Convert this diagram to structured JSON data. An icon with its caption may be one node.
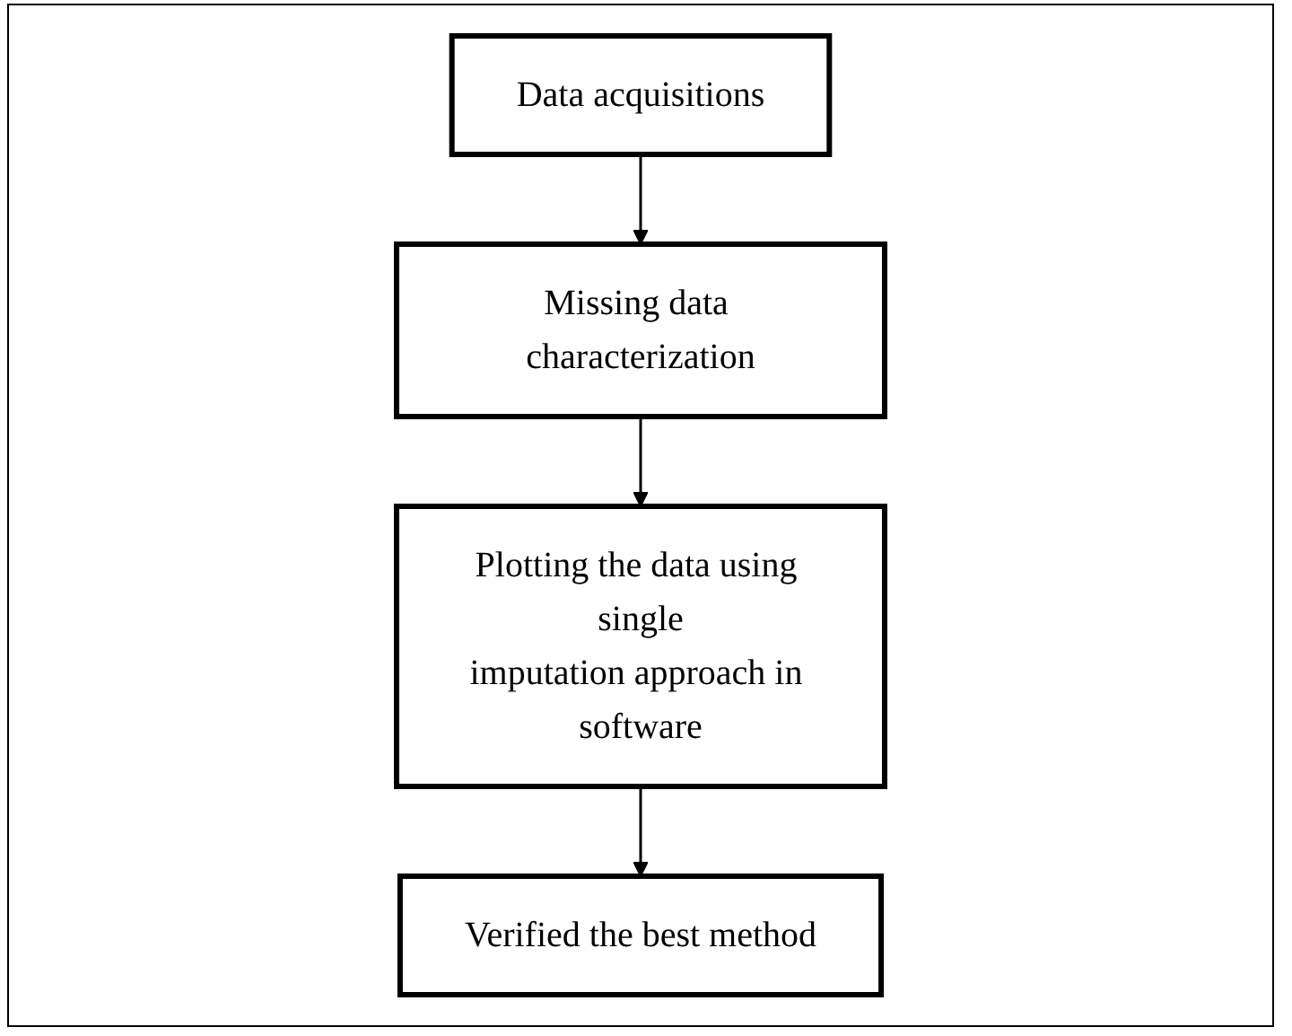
{
  "diagram": {
    "nodes": [
      {
        "text": [
          "Data acquisitions"
        ]
      },
      {
        "text": [
          "Missing data characterization"
        ]
      },
      {
        "text": [
          "Plotting the data using single imputation approach in software"
        ]
      },
      {
        "text": [
          "Verified the best method"
        ]
      }
    ],
    "edges": [
      {
        "from": 0,
        "to": 1,
        "arrow": "to"
      },
      {
        "from": 1,
        "to": 2,
        "arrow": "to"
      },
      {
        "from": 2,
        "to": 3,
        "arrow": "to"
      }
    ]
  }
}
